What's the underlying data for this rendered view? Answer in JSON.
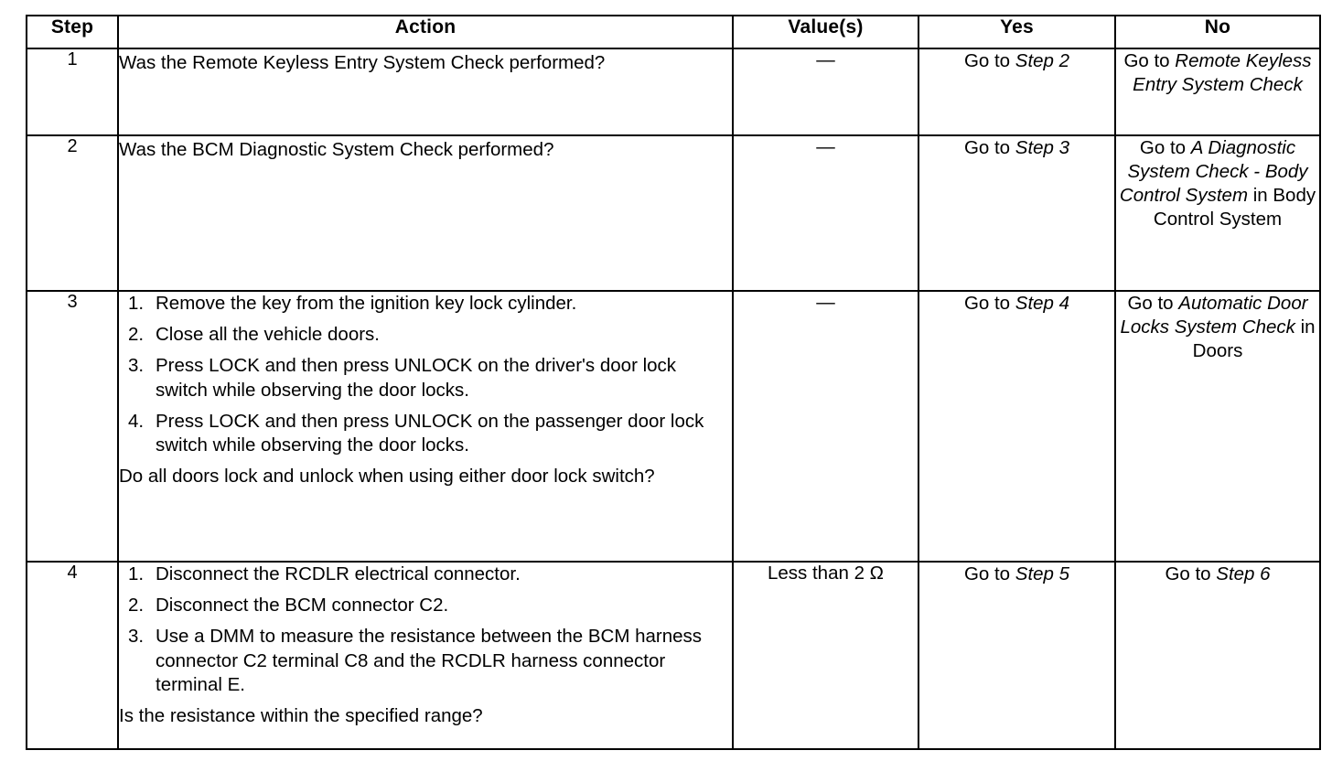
{
  "table": {
    "headers": {
      "step": "Step",
      "action": "Action",
      "values": "Value(s)",
      "yes": "Yes",
      "no": "No"
    },
    "rows": [
      {
        "step": "1",
        "action": {
          "intro": "Was the Remote Keyless Entry System Check performed?",
          "list": [],
          "question": ""
        },
        "value": "—",
        "yes": {
          "prefix": "Go to ",
          "ref": "Step 2",
          "suffix": ""
        },
        "no": {
          "prefix": "Go to ",
          "ref": "Remote Keyless Entry System Check",
          "suffix": ""
        }
      },
      {
        "step": "2",
        "action": {
          "intro": "Was the BCM Diagnostic System Check performed?",
          "list": [],
          "question": ""
        },
        "value": "—",
        "yes": {
          "prefix": "Go to ",
          "ref": "Step 3",
          "suffix": ""
        },
        "no": {
          "prefix": "Go to ",
          "ref": "A Diagnostic System Check - Body Control System",
          "suffix": " in Body Control System"
        }
      },
      {
        "step": "3",
        "action": {
          "intro": "",
          "list": [
            {
              "num": "1.",
              "text": "Remove the key from the ignition key lock cylinder."
            },
            {
              "num": "2.",
              "text": "Close all the vehicle doors."
            },
            {
              "num": "3.",
              "text": "Press LOCK and then press UNLOCK on the driver's door lock switch while observing the door locks."
            },
            {
              "num": "4.",
              "text": "Press LOCK and then press UNLOCK on the passenger door lock switch while observing the door locks."
            }
          ],
          "question": "Do all doors lock and unlock when using either door lock switch?"
        },
        "value": "—",
        "yes": {
          "prefix": "Go to ",
          "ref": "Step 4",
          "suffix": ""
        },
        "no": {
          "prefix": "Go to ",
          "ref": "Automatic Door Locks System Check",
          "suffix": " in Doors"
        }
      },
      {
        "step": "4",
        "action": {
          "intro": "",
          "list": [
            {
              "num": "1.",
              "text": "Disconnect the RCDLR electrical connector."
            },
            {
              "num": "2.",
              "text": "Disconnect the BCM connector C2."
            },
            {
              "num": "3.",
              "text": "Use a DMM to measure the resistance between the BCM harness connector C2 terminal C8 and the RCDLR harness connector terminal E."
            }
          ],
          "question": "Is the resistance within the specified range?"
        },
        "value": "Less than 2 Ω",
        "yes": {
          "prefix": "Go to ",
          "ref": "Step 5",
          "suffix": ""
        },
        "no": {
          "prefix": "Go to ",
          "ref": "Step 6",
          "suffix": ""
        }
      }
    ]
  },
  "colors": {
    "ink": "#000000",
    "paper": "#ffffff"
  }
}
